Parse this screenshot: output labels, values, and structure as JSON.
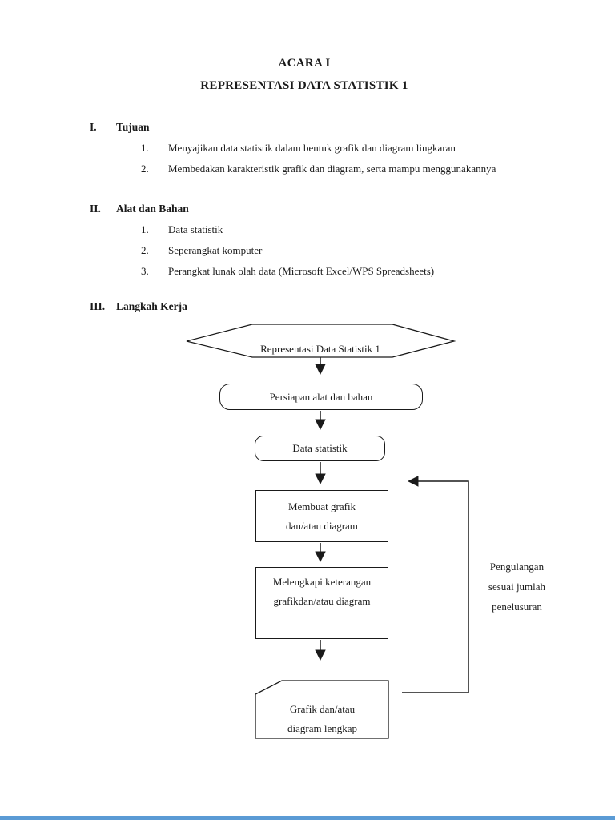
{
  "document": {
    "title_line1": "ACARA I",
    "title_line2": "REPRESENTASI DATA STATISTIK 1",
    "sections": [
      {
        "numeral": "I.",
        "heading": "Tujuan",
        "items": [
          {
            "num": "1.",
            "text": "Menyajikan data statistik dalam bentuk grafik dan diagram lingkaran"
          },
          {
            "num": "2.",
            "text": "Membedakan karakteristik grafik dan diagram, serta mampu menggunakannya"
          }
        ]
      },
      {
        "numeral": "II.",
        "heading": "Alat dan Bahan",
        "items": [
          {
            "num": "1.",
            "text": "Data statistik"
          },
          {
            "num": "2.",
            "text": "Seperangkat komputer"
          },
          {
            "num": "3.",
            "text": "Perangkat lunak olah data (Microsoft Excel/WPS Spreadsheets)"
          }
        ]
      },
      {
        "numeral": "III.",
        "heading": "Langkah Kerja",
        "items": []
      }
    ]
  },
  "flowchart": {
    "start_label": "Representasi Data Statistik 1",
    "step_prep": "Persiapan alat dan bahan",
    "step_data": "Data statistik",
    "step_make_line1": "Membuat grafik",
    "step_make_line2": "dan/atau diagram",
    "step_caption_line1": "Melengkapi keterangan",
    "step_caption_line2": "grafikdan/atau diagram",
    "output_line1": "Grafik dan/atau",
    "output_line2": "diagram lengkap",
    "loop_label_line1": "Pengulangan",
    "loop_label_line2": "sesuai jumlah",
    "loop_label_line3": "penelusuran"
  },
  "footer": {
    "accent_color": "#5b9bd5"
  }
}
